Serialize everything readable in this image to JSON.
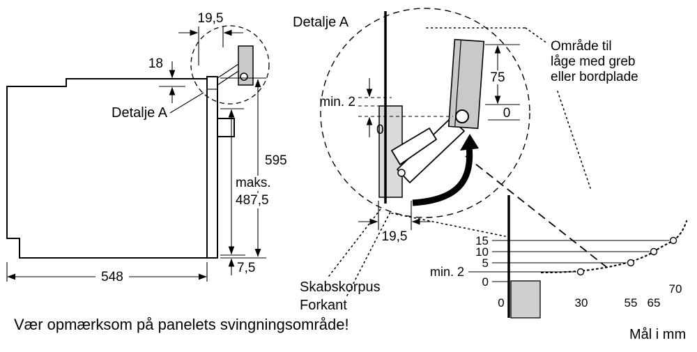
{
  "left_view": {
    "dim_top_width": "19,5",
    "dim_top_inset": "18",
    "detail_label": "Detalje A",
    "dim_height": "595",
    "maks_label": "maks.",
    "dim_maks_value": "487,5",
    "dim_depth": "548",
    "dim_bottom_gap": "7,5"
  },
  "detail_view": {
    "title": "Detalje A",
    "dim_min_gap": "min. 2",
    "dim_zero_front": "0",
    "dim_handle_area": "75",
    "dim_zero_handle": "0",
    "dim_panel_depth": "19,5",
    "area_note": {
      "line1": "Område til",
      "line2": "låge med greb",
      "line3": "eller bordplade"
    }
  },
  "chart": {
    "front_edge_label": {
      "line1": "Skabskorpus",
      "line2": "Forkant"
    },
    "min_gap_label": "min. 2",
    "y_ticks": [
      "15",
      "10",
      "5",
      "0"
    ],
    "x_origin": "0",
    "x_ticks": [
      "30",
      "55",
      "65",
      "70"
    ]
  },
  "chart_data": {
    "type": "line",
    "x": [
      30,
      55,
      65,
      70
    ],
    "values": [
      2,
      5,
      10,
      15
    ],
    "x_ticks": [
      "0",
      "30",
      "55",
      "65",
      "70"
    ],
    "y_ticks": [
      "0",
      "min. 2",
      "5",
      "10",
      "15"
    ],
    "units": "mm",
    "grid": "horizontal reference lines ending in open circles",
    "legend": "none"
  },
  "footer": {
    "warning": "Vær opmærksom på panelets svingningsområde!",
    "units": "Mål i mm"
  }
}
